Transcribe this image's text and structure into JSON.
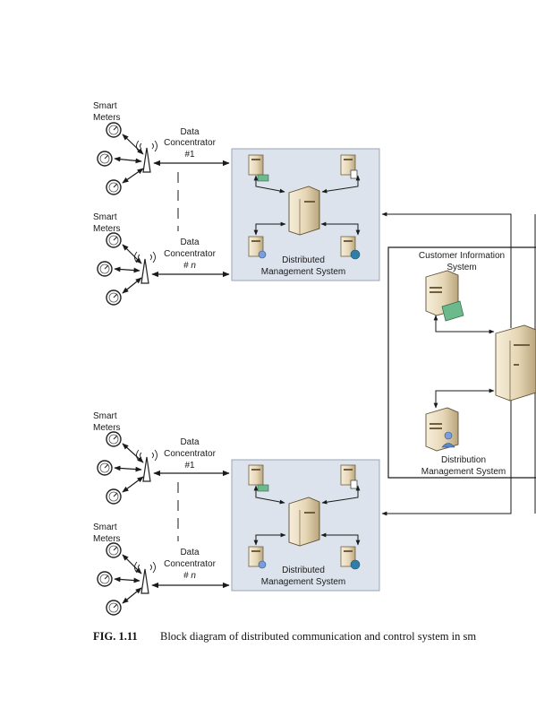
{
  "labels": {
    "smart_meters_line1": "Smart",
    "smart_meters_line2": "Meters",
    "data_line1": "Data",
    "data_line2": "Concentrator",
    "dc_first": "#1",
    "dc_nth": "# n",
    "dms_line1": "Distributed",
    "dms_line2": "Management System",
    "cis_line1": "Customer  Information",
    "cis_line2": "System",
    "dist_line1": "Distribution",
    "dist_line2": "Management System"
  },
  "caption": {
    "fig": "FIG. 1.11",
    "text": "Block diagram of distributed communication and control system in sm"
  },
  "colors": {
    "panel_fill": "#dce3ec",
    "panel_border": "#9aa5b3",
    "server_body": "#e9dcc0",
    "server_dark": "#b9a57d",
    "line": "#1a1a1a"
  },
  "icons": {
    "meter": "meter-icon",
    "antenna": "antenna-tower-icon",
    "server": "server-icon",
    "mainframe": "mainframe-icon"
  }
}
